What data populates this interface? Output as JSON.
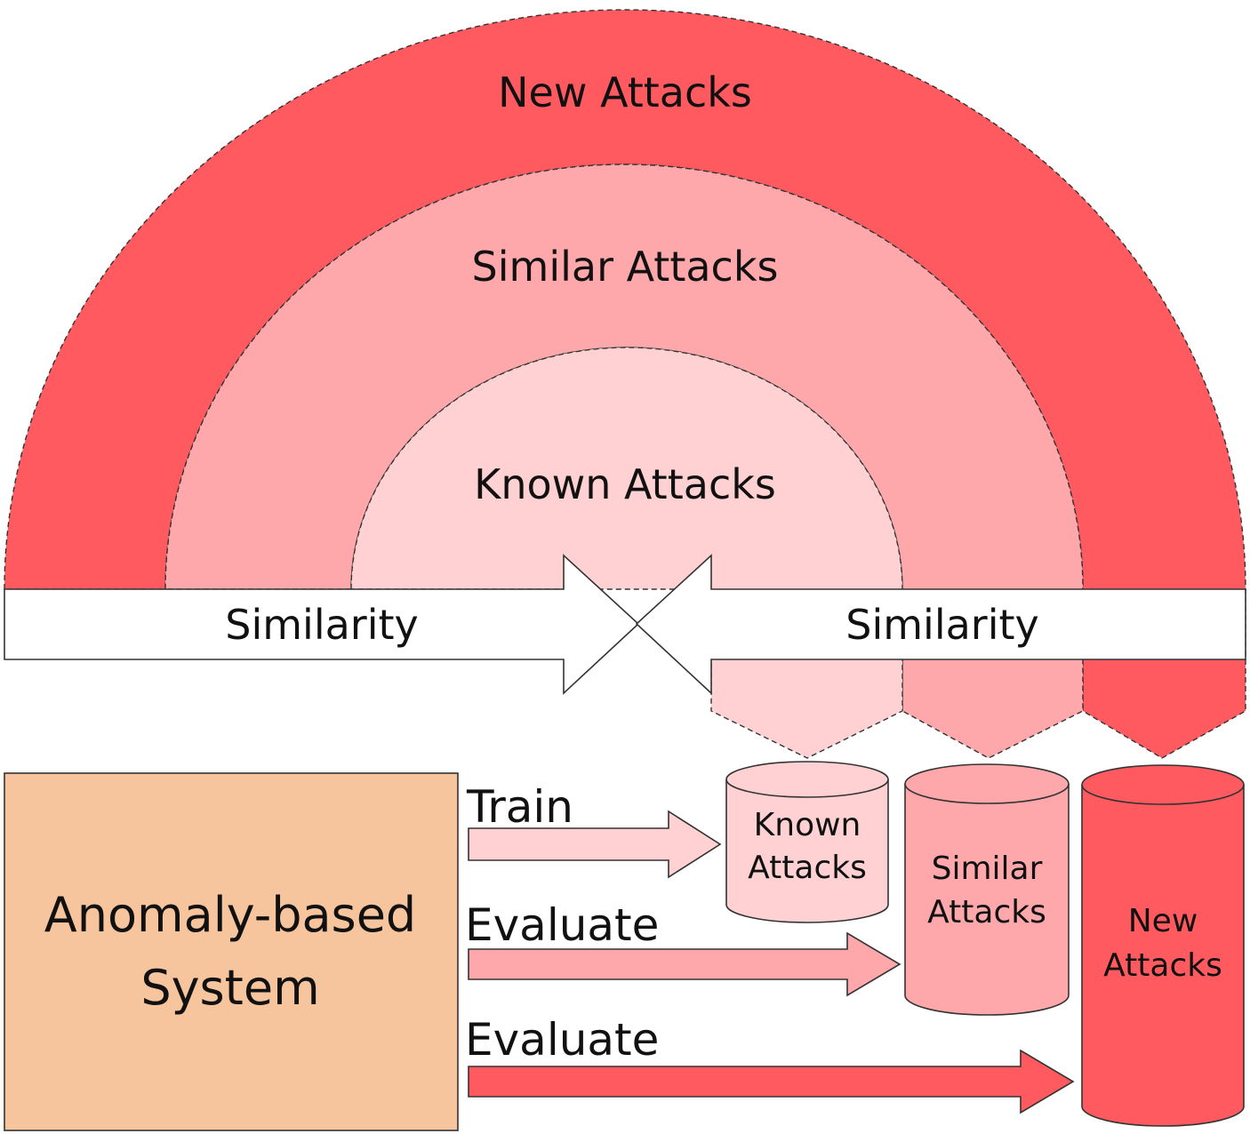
{
  "arcs": {
    "outer": {
      "label": "New Attacks",
      "color": "#ff5a5f"
    },
    "middle": {
      "label": "Similar Attacks",
      "color": "#fea8ab"
    },
    "inner": {
      "label": "Known Attacks",
      "color": "#ffd1d3"
    }
  },
  "similarity_arrows": {
    "left_label": "Similarity",
    "right_label": "Similarity",
    "fill": "#ffffff"
  },
  "system_box": {
    "line1": "Anomaly-based",
    "line2": "System",
    "color": "#f7c59d"
  },
  "flows": [
    {
      "label": "Train",
      "color": "#ffd1d3"
    },
    {
      "label": "Evaluate",
      "color": "#fea8ab"
    },
    {
      "label": "Evaluate",
      "color": "#ff5a5f"
    }
  ],
  "databases": [
    {
      "line1": "Known",
      "line2": "Attacks",
      "color": "#ffd1d3"
    },
    {
      "line1": "Similar",
      "line2": "Attacks",
      "color": "#fea8ab"
    },
    {
      "line1": "New",
      "line2": "Attacks",
      "color": "#ff5a5f"
    }
  ]
}
